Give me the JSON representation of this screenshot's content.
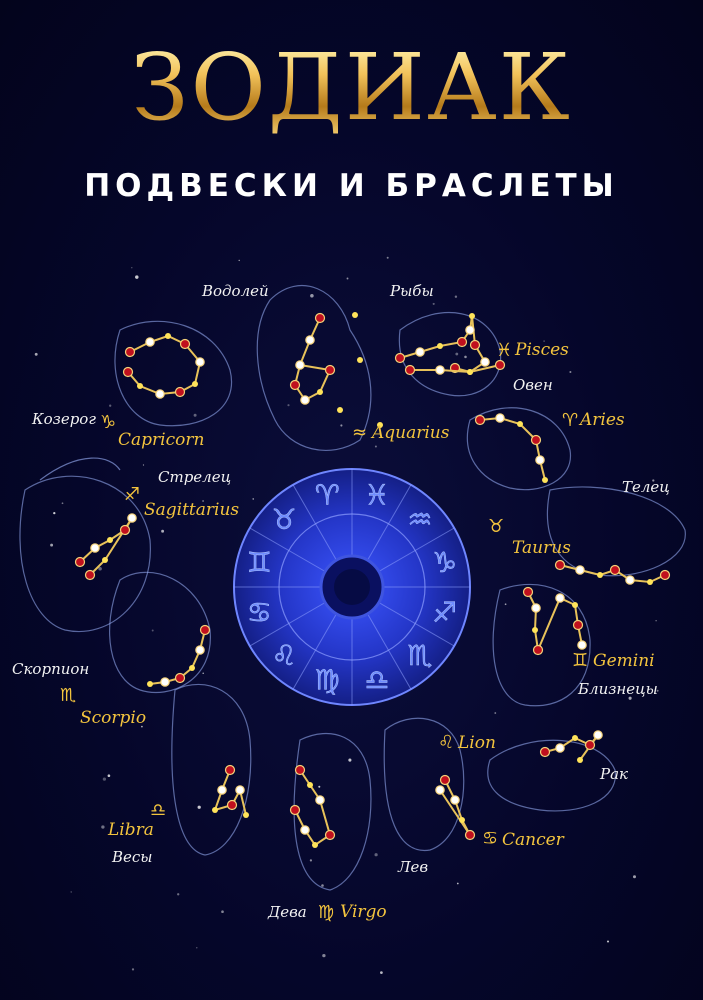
{
  "header": {
    "title": "ЗОДИАК",
    "subtitle": "ПОДВЕСКИ И БРАСЛЕТЫ"
  },
  "colors": {
    "background": "#05062a",
    "gold": "#f3c43e",
    "wheel": "#2a3bd0",
    "line_art": "#9fb6ff",
    "gem_red": "#c0101e"
  },
  "signs": [
    {
      "id": "aquarius",
      "ru": "Водолей",
      "lat": "Aquarius",
      "glyph": "≈"
    },
    {
      "id": "pisces",
      "ru": "Рыбы",
      "lat": "Pisces",
      "glyph": "♓"
    },
    {
      "id": "aries",
      "ru": "Овен",
      "lat": "Aries",
      "glyph": "♈"
    },
    {
      "id": "taurus",
      "ru": "Телец",
      "lat": "Taurus",
      "glyph": "♉"
    },
    {
      "id": "gemini",
      "ru": "Близнецы",
      "lat": "Gemini",
      "glyph": "♊"
    },
    {
      "id": "cancer",
      "ru": "Рак",
      "lat": "Cancer",
      "glyph": "♋"
    },
    {
      "id": "leo",
      "ru": "Лев",
      "lat": "Lion",
      "glyph": "♌"
    },
    {
      "id": "virgo",
      "ru": "Дева",
      "lat": "Virgo",
      "glyph": "♍"
    },
    {
      "id": "libra",
      "ru": "Весы",
      "lat": "Libra",
      "glyph": "♎"
    },
    {
      "id": "scorpio",
      "ru": "Скорпион",
      "lat": "Scorpio",
      "glyph": "♏"
    },
    {
      "id": "sagittarius",
      "ru": "Стрелец",
      "lat": "Sagittarius",
      "glyph": "♐"
    },
    {
      "id": "capricorn",
      "ru": "Козерог",
      "lat": "Capricorn",
      "glyph": "♑"
    }
  ],
  "wheel": {
    "ring_glyphs": [
      "♓",
      "♒",
      "♑",
      "♐",
      "♏",
      "♎",
      "♍",
      "♌",
      "♋",
      "♊",
      "♉",
      "♈"
    ]
  }
}
